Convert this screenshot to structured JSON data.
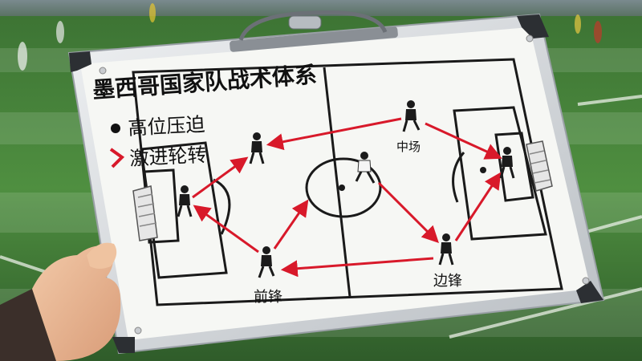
{
  "board": {
    "title": "墨西哥国家队战术体系",
    "legend": [
      {
        "icon": "dot-bullet-icon",
        "text": "高位压迫"
      },
      {
        "icon": "red-chevron-icon",
        "text": "激进轮转"
      }
    ]
  },
  "labels": {
    "midfield": "中场",
    "forward": "前锋",
    "winger": "边锋"
  },
  "colors": {
    "arrow": "#d8192a",
    "pitch_line": "#1a1a1a",
    "board": "#f4f5f2",
    "frame": "#d6d9dc",
    "grass": "#4f8a3f",
    "player": "#1b1b1b"
  }
}
